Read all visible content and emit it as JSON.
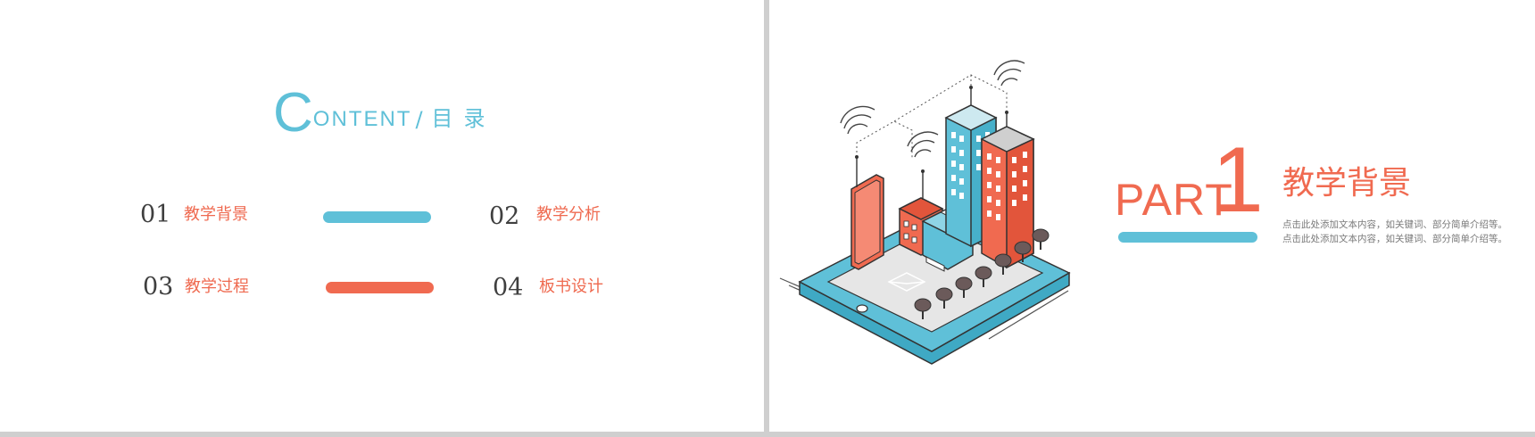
{
  "left_slide": {
    "title": {
      "initial": "C",
      "rest": "ONTENT",
      "slash": "/",
      "chinese": "目录"
    },
    "toc": [
      {
        "number": "01",
        "label": "教学背景",
        "bar_color": "#5fc0d8"
      },
      {
        "number": "02",
        "label": "教学分析",
        "bar_color": null
      },
      {
        "number": "03",
        "label": "教学过程",
        "bar_color": "#f06a50"
      },
      {
        "number": "04",
        "label": "板书设计",
        "bar_color": null
      }
    ]
  },
  "right_slide": {
    "part_label": "PART",
    "part_number": "1",
    "section_title": "教学背景",
    "description_lines": [
      "点击此处添加文本内容，如关键词、部分简单介绍等。",
      "点击此处添加文本内容，如关键词、部分简单介绍等。"
    ],
    "illustration": "isometric-city-on-phone-illustration"
  },
  "colors": {
    "accent_blue": "#5fc0d8",
    "accent_red": "#f06a50",
    "dark_text": "#3f3f3f"
  }
}
